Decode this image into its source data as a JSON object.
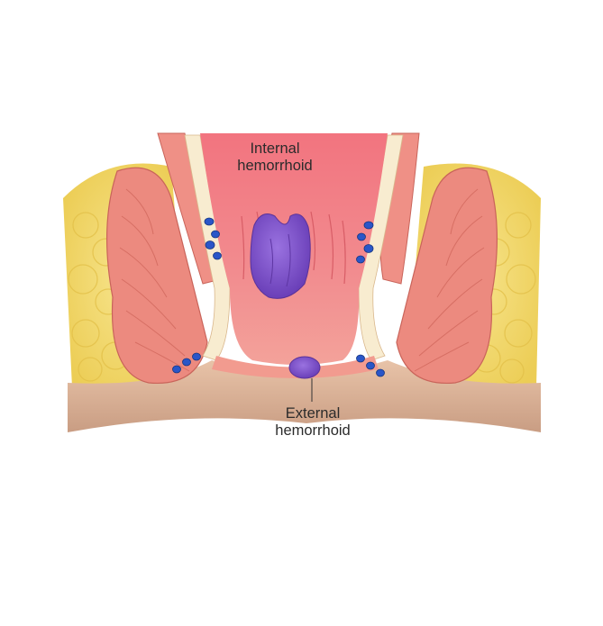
{
  "labels": {
    "internal": {
      "line1": "Internal",
      "line2": "hemorrhoid"
    },
    "external": {
      "line1": "External",
      "line2": "hemorrhoid"
    }
  },
  "colors": {
    "background": "#ffffff",
    "fat": "#f3d96a",
    "muscle": "#ec8a7f",
    "canal": "#f27f86",
    "skin": "#d9b49c",
    "hemorrhoid": "#7b4fc9",
    "veins": "#2a56c8"
  },
  "icons": [
    "fat-tissue",
    "sphincter-muscle",
    "anal-canal",
    "internal-hemorrhoid",
    "external-hemorrhoid",
    "blood-vessel"
  ]
}
